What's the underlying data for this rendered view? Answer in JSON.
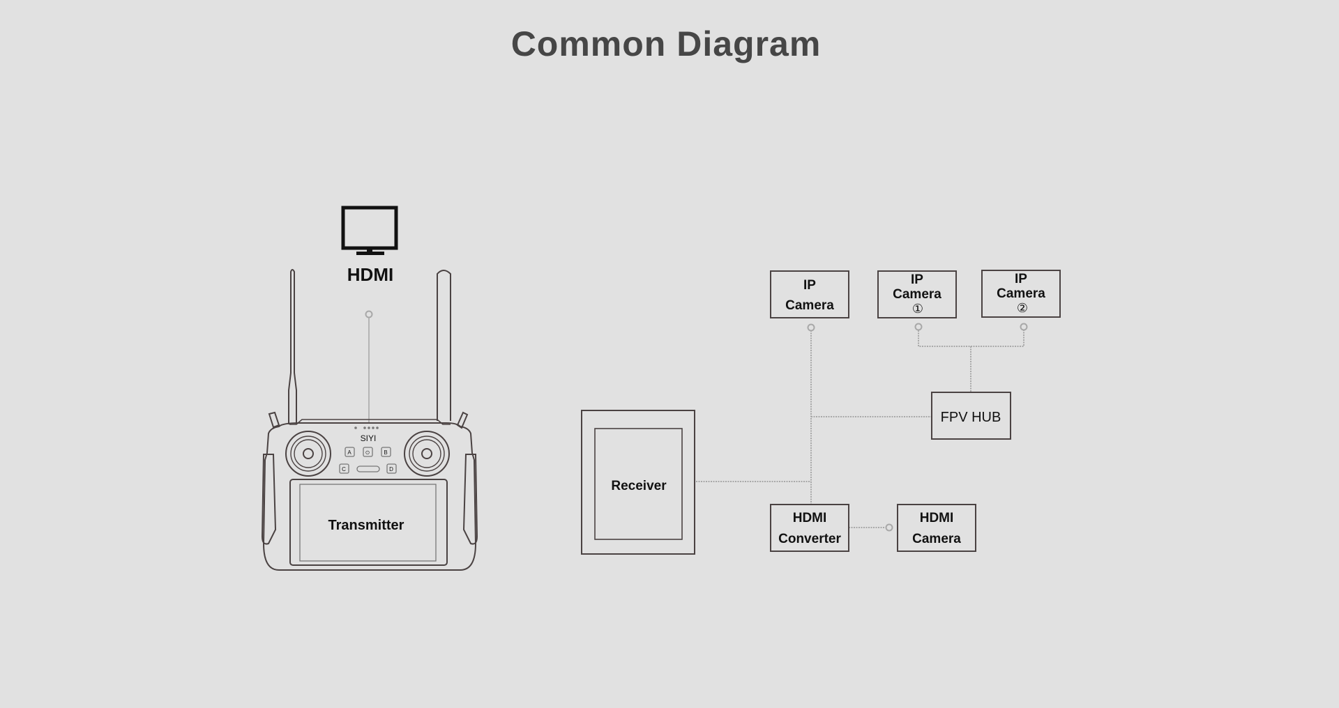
{
  "title": "Common Diagram",
  "nodes": {
    "hdmi_display": {
      "icon": "monitor-icon",
      "label": "HDMI"
    },
    "transmitter": {
      "label": "Transmitter",
      "brand": "SIYI",
      "buttons": [
        "A",
        "⏻",
        "B",
        "C",
        "D"
      ]
    },
    "receiver": {
      "label": "Receiver"
    },
    "ip_camera": {
      "line1": "IP",
      "line2": "Camera"
    },
    "ip_camera_1": {
      "line1": "IP",
      "line2": "Camera",
      "line3": "①"
    },
    "ip_camera_2": {
      "line1": "IP",
      "line2": "Camera",
      "line3": "②"
    },
    "fpv_hub": {
      "label": "FPV HUB"
    },
    "hdmi_converter": {
      "line1": "HDMI",
      "line2": "Converter"
    },
    "hdmi_camera": {
      "line1": "HDMI",
      "line2": "Camera"
    }
  },
  "connections": [
    {
      "from": "transmitter",
      "to": "hdmi_display"
    },
    {
      "from": "receiver",
      "to": "bus"
    },
    {
      "from": "ip_camera",
      "to": "bus"
    },
    {
      "from": "fpv_hub",
      "to": "bus"
    },
    {
      "from": "hdmi_converter",
      "to": "bus"
    },
    {
      "from": "ip_camera_1",
      "to": "fpv_hub"
    },
    {
      "from": "ip_camera_2",
      "to": "fpv_hub"
    },
    {
      "from": "hdmi_camera",
      "to": "hdmi_converter"
    }
  ],
  "colors": {
    "background": "#e1e1e1",
    "title": "#464646",
    "outline": "#4a4242",
    "connector": "#a8a8a8"
  }
}
